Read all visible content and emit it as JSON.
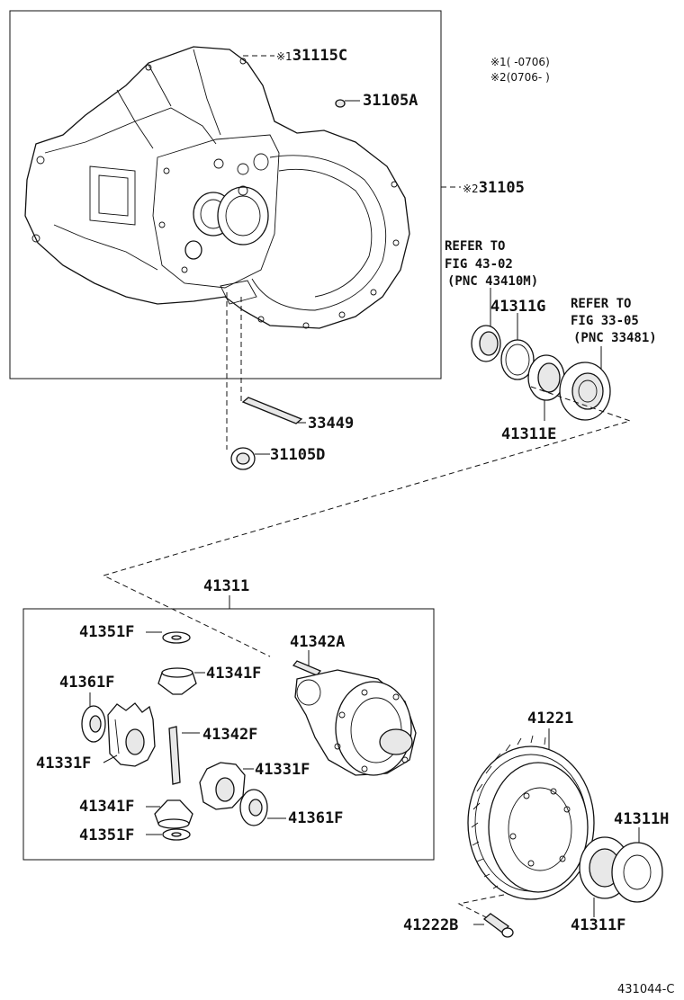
{
  "legend": {
    "note1_mark": "※1",
    "note1_text": "(     -0706)",
    "note2_mark": "※2",
    "note2_text": "(0706-     )"
  },
  "callouts": {
    "p31115C": {
      "mark": "※1",
      "code": "31115C"
    },
    "p31105A": {
      "code": "31105A"
    },
    "p31105": {
      "mark": "※2",
      "code": "31105"
    },
    "p33449": {
      "code": "33449"
    },
    "p31105D": {
      "code": "31105D"
    },
    "p41311G": {
      "code": "41311G"
    },
    "p41311E": {
      "code": "41311E"
    },
    "p41311": {
      "code": "41311"
    },
    "p41351F_top": {
      "code": "41351F"
    },
    "p41342A": {
      "code": "41342A"
    },
    "p41341F_top": {
      "code": "41341F"
    },
    "p41361F_left": {
      "code": "41361F"
    },
    "p41342F": {
      "code": "41342F"
    },
    "p41331F_left": {
      "code": "41331F"
    },
    "p41331F_right": {
      "code": "41331F"
    },
    "p41341F_bottom": {
      "code": "41341F"
    },
    "p41361F_right": {
      "code": "41361F"
    },
    "p41351F_bottom": {
      "code": "41351F"
    },
    "p41221": {
      "code": "41221"
    },
    "p41311H": {
      "code": "41311H"
    },
    "p41222B": {
      "code": "41222B"
    },
    "p41311F": {
      "code": "41311F"
    }
  },
  "references": {
    "ref1": {
      "line1": "REFER TO",
      "line2": "FIG 43-02",
      "line3": "(PNC 43410M)"
    },
    "ref2": {
      "line1": "REFER TO",
      "line2": "FIG 33-05",
      "line3": "(PNC 33481)"
    }
  },
  "figure_id": "431044-C"
}
